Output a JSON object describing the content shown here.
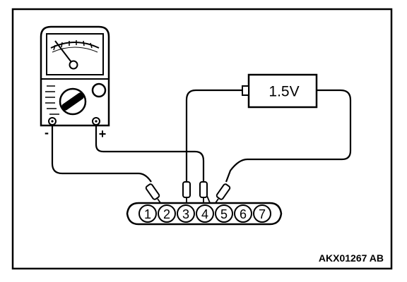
{
  "meter": {
    "negative_terminal_label": "-",
    "positive_terminal_label": "+"
  },
  "battery": {
    "label": "1.5V"
  },
  "connector": {
    "pins": [
      "1",
      "2",
      "3",
      "4",
      "5",
      "6",
      "7"
    ]
  },
  "figure_code": "AKX01267 AB"
}
